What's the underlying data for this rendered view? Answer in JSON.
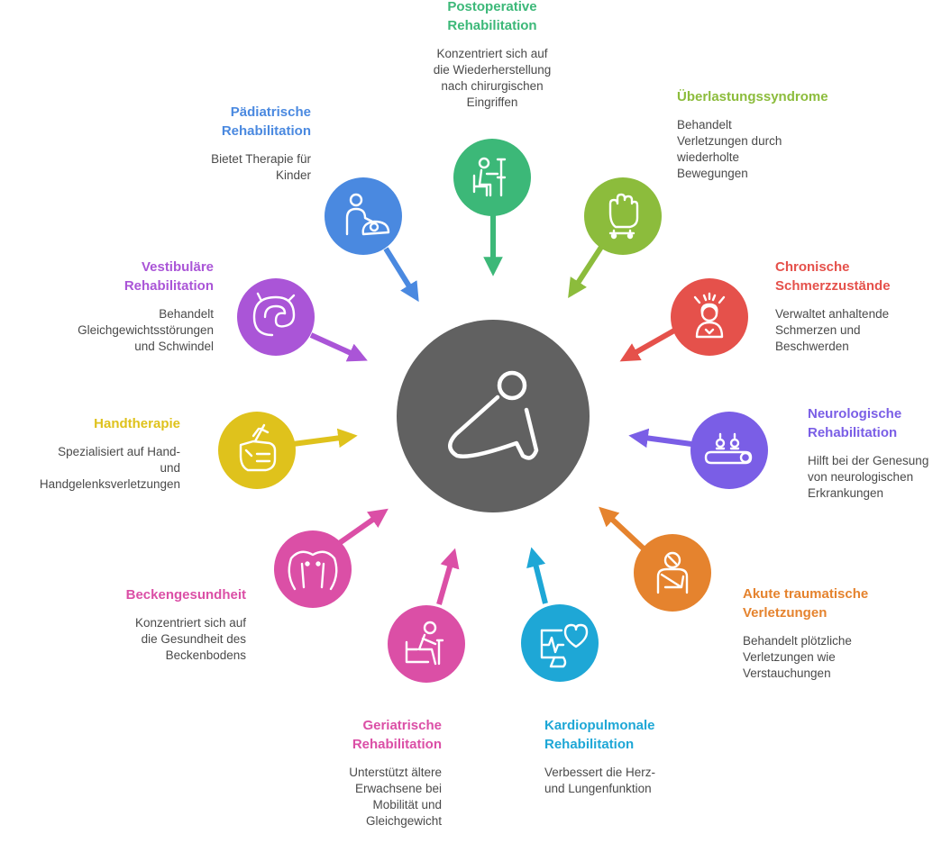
{
  "colors": {
    "center": "#616161",
    "post": "#3cb878",
    "ueber": "#8cbc3c",
    "chron": "#e5514b",
    "neuro": "#7a5ee6",
    "akut": "#e5832e",
    "kardio": "#1ea7d6",
    "geri": "#db4fa6",
    "becken": "#db4fa6",
    "hand": "#dfc21c",
    "vest": "#aa55d7",
    "paed": "#4a89e0"
  },
  "center_icon": "person-stretching-icon",
  "items": {
    "post": {
      "title": "Postoperative\nRehabilitation",
      "desc": "Konzentriert sich auf\ndie Wiederherstellung\nnach chirurgischen\nEingriffen",
      "icon": "person-on-crutch-chair-icon"
    },
    "ueber": {
      "title": "Überlastungssyndrome",
      "desc": "Behandelt\nVerletzungen durch\nwiederholte\nBewegungen",
      "icon": "raised-fist-icon"
    },
    "chron": {
      "title": "Chronische\nSchmerzzustände",
      "desc": "Verwaltet anhaltende\nSchmerzen und\nBeschwerden",
      "icon": "person-in-pain-icon"
    },
    "neuro": {
      "title": "Neurologische\nRehabilitation",
      "desc": "Hilft bei der Genesung\nvon neurologischen\nErkrankungen",
      "icon": "person-lying-therapy-icon"
    },
    "akut": {
      "title": "Akute traumatische\nVerletzungen",
      "desc": "Behandelt plötzliche\nVerletzungen wie\nVerstauchungen",
      "icon": "arm-sling-icon"
    },
    "kardio": {
      "title": "Kardiopulmonale\nRehabilitation",
      "desc": "Verbessert die Herz-\nund Lungenfunktion",
      "icon": "heart-monitor-icon"
    },
    "geri": {
      "title": "Geriatrische\nRehabilitation",
      "desc": "Unterstützt ältere\nErwachsene bei\nMobilität und\nGleichgewicht",
      "icon": "elderly-person-cane-icon"
    },
    "becken": {
      "title": "Beckengesundheit",
      "desc": "Konzentriert sich auf\ndie Gesundheit des\nBeckenbodens",
      "icon": "pelvis-icon"
    },
    "hand": {
      "title": "Handtherapie",
      "desc": "Spezialisiert auf Hand-\nund\nHandgelenksverletzungen",
      "icon": "hand-injection-icon"
    },
    "vest": {
      "title": "Vestibuläre\nRehabilitation",
      "desc": "Behandelt\nGleichgewichtsstörungen\nund Schwindel",
      "icon": "inner-ear-icon"
    },
    "paed": {
      "title": "Pädiatrische\nRehabilitation",
      "desc": "Bietet Therapie für\nKinder",
      "icon": "parent-with-child-icon"
    }
  }
}
